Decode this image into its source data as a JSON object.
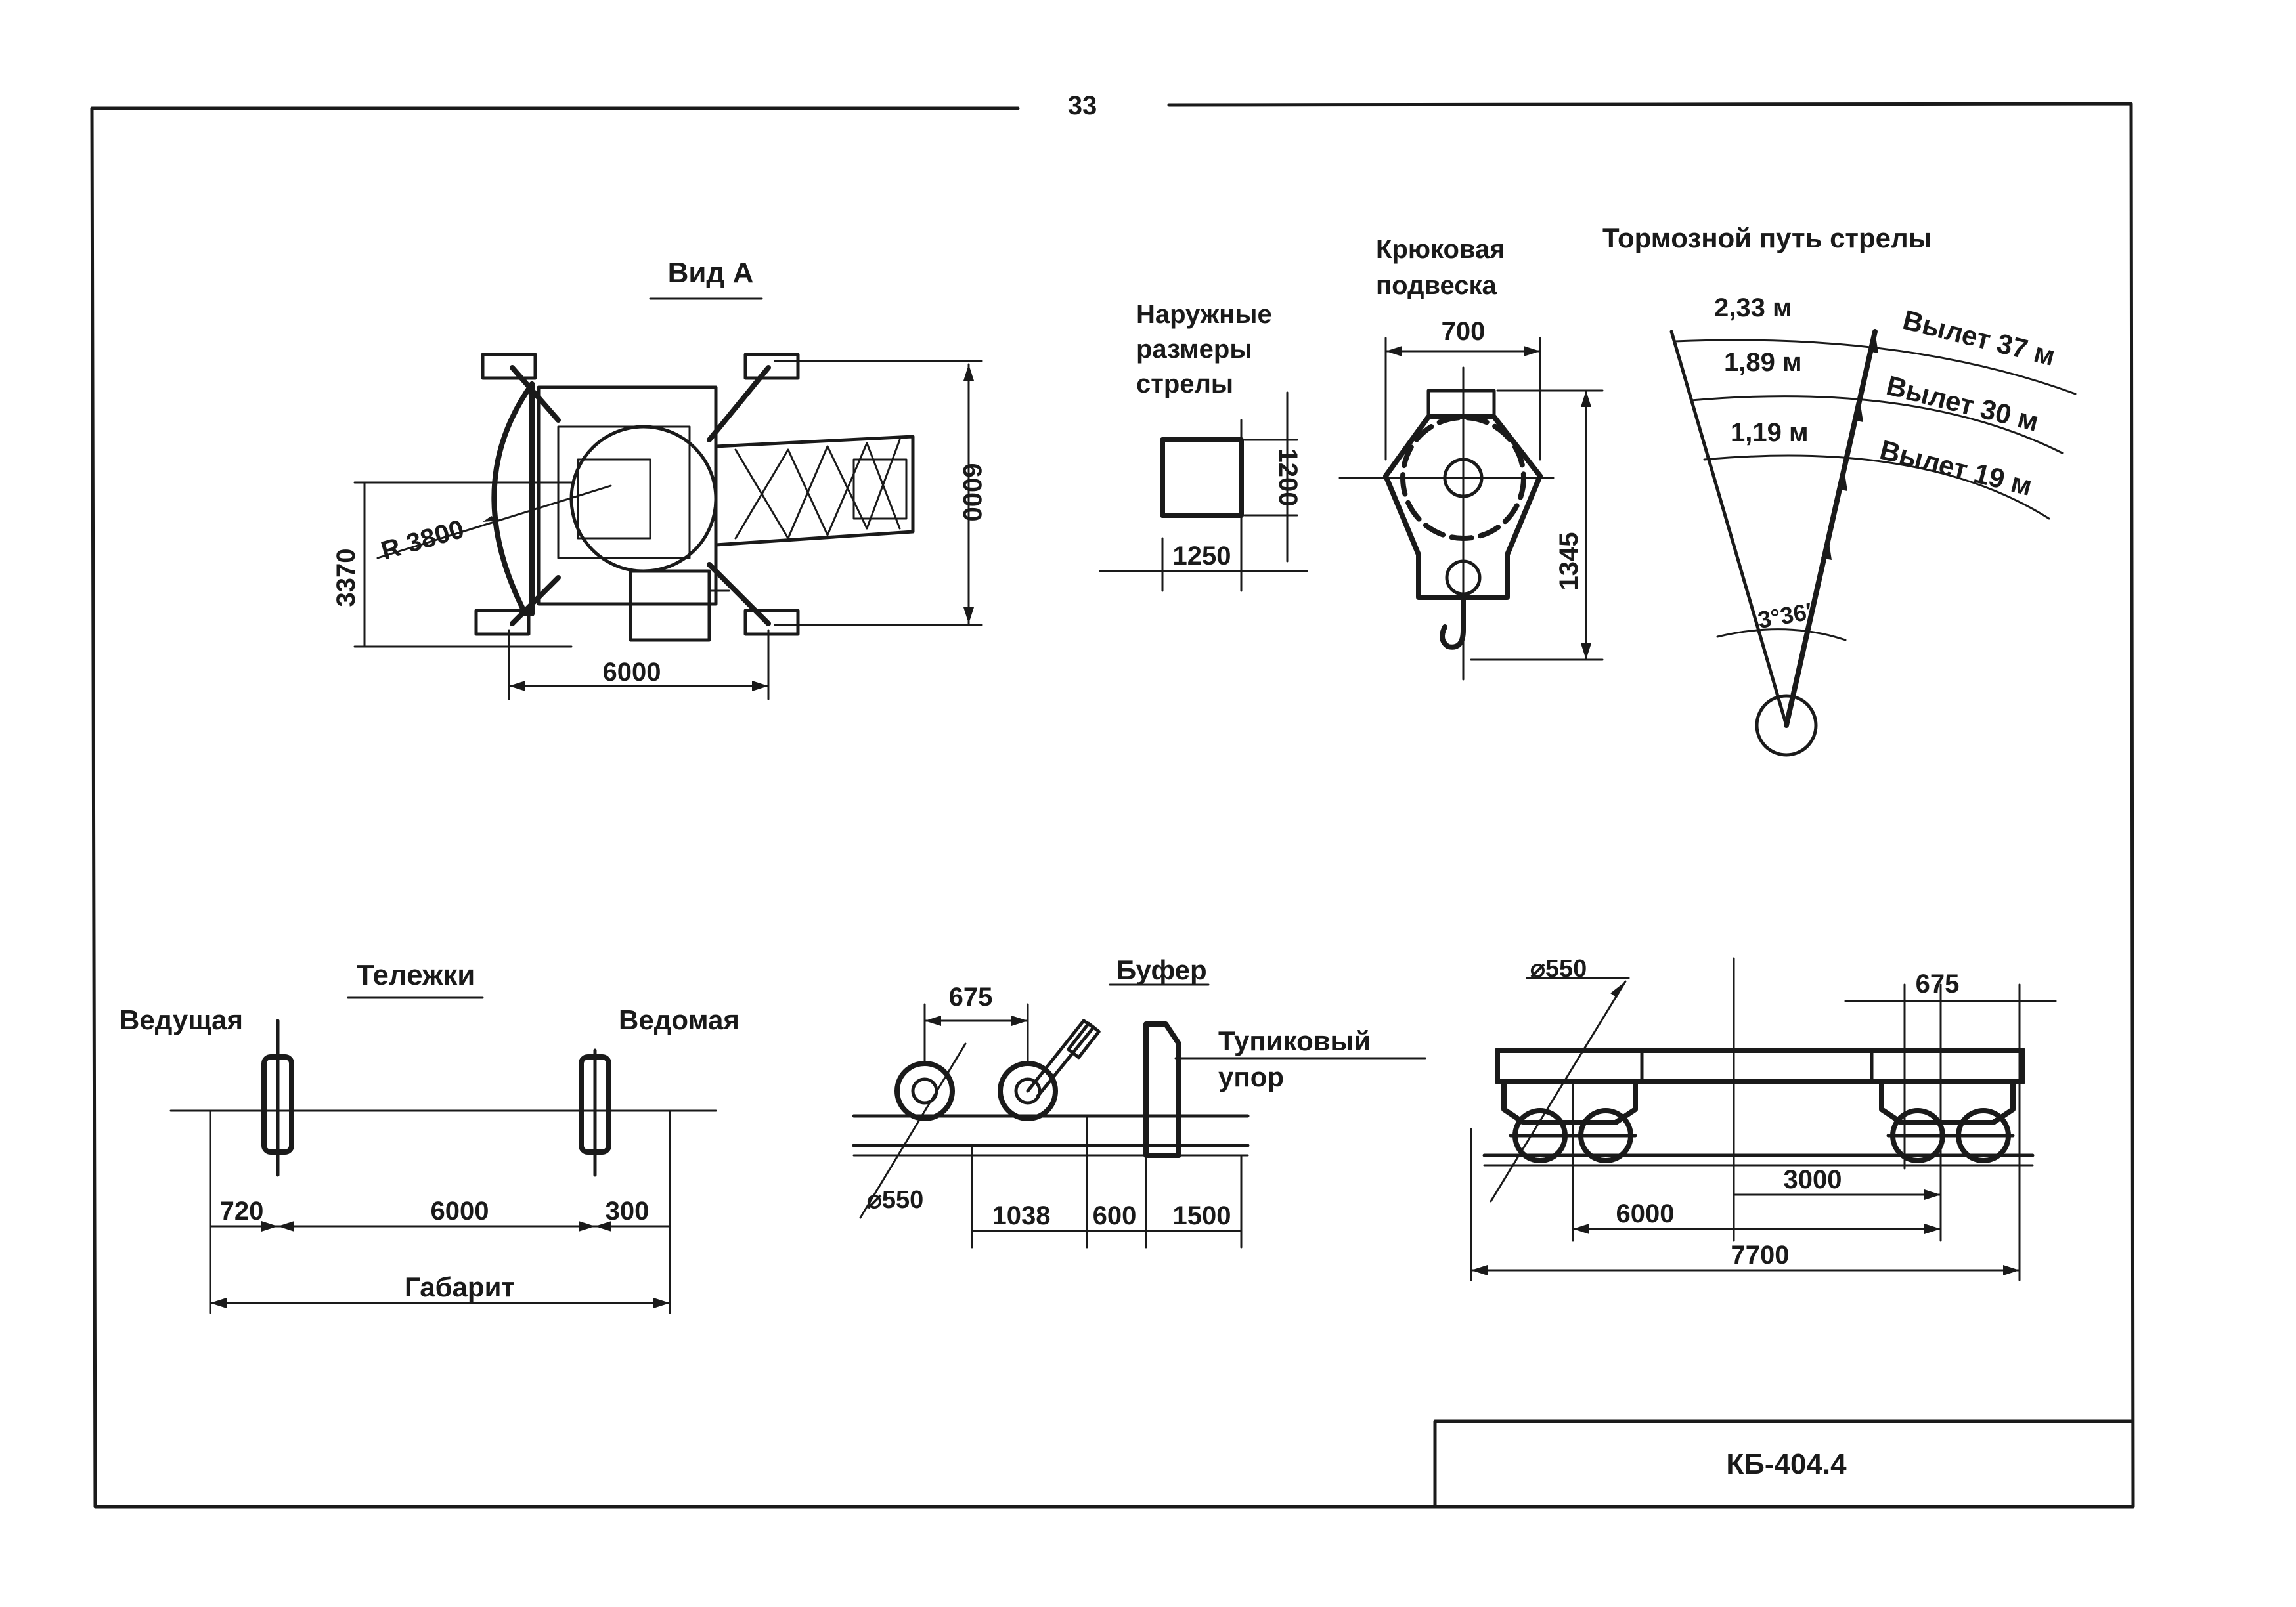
{
  "page": {
    "number": "33",
    "stamp": "КБ-404.4"
  },
  "view_a": {
    "title": "Вид А",
    "radius_label": "R 3800",
    "dim_width": "3370",
    "dim_height": "6000",
    "dim_base": "6000"
  },
  "boom_outer": {
    "title_line1": "Наружные",
    "title_line2": "размеры",
    "title_line3": "стрелы",
    "dim_width": "1250",
    "dim_height": "1200"
  },
  "hook_block": {
    "title_line1": "Крюковая",
    "title_line2": "подвеска",
    "dim_width": "700",
    "dim_height": "1345"
  },
  "brake_path": {
    "title": "Тормозной путь стрелы",
    "distances": [
      "2,33 м",
      "1,89 м",
      "1,19 м"
    ],
    "reach_labels": [
      "Вылет 37 м",
      "Вылет 30 м",
      "Вылет 19 м"
    ],
    "angle_label": "3°36′"
  },
  "bogies": {
    "title": "Тележки",
    "driving": "Ведущая",
    "driven": "Ведомая",
    "dim_left": "720",
    "dim_middle": "6000",
    "dim_right": "300",
    "overall": "Габарит"
  },
  "buffer_stop": {
    "buffer": "Буфер",
    "stop_line1": "Тупиковый",
    "stop_line2": "упор",
    "dim_wheel_base": "675",
    "dim_wheel_dia": "⌀550",
    "dims_bottom": [
      "1038",
      "600",
      "1500"
    ]
  },
  "track_side": {
    "dim_wheel_dia": "⌀550",
    "dim_wheel_base": "675",
    "dim_3000": "3000",
    "dim_6000": "6000",
    "dim_7700": "7700"
  }
}
